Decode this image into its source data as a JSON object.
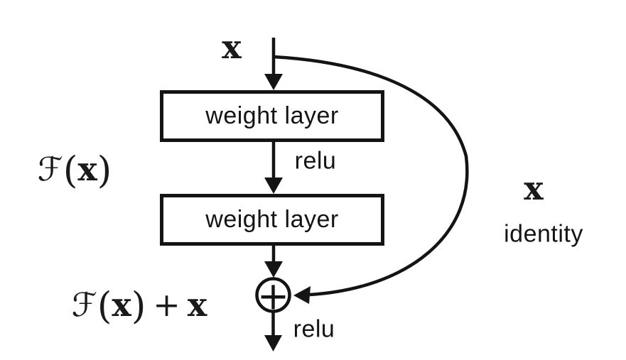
{
  "colors": {
    "ink": "#141414",
    "background": "#ffffff"
  },
  "diagram": {
    "input_label": "x",
    "boxes": [
      {
        "label": "weight layer"
      },
      {
        "label": "weight layer"
      }
    ],
    "relu_mid_label": "relu",
    "relu_out_label": "relu",
    "skip_label_x": "x",
    "skip_label_identity": "identity",
    "adder_symbol": "+",
    "residual_expr": {
      "script_f": "ℱ",
      "open_paren": "(",
      "x": "x",
      "close_paren": ")"
    },
    "output_expr": {
      "script_f": "ℱ",
      "open_paren": "(",
      "x": "x",
      "close_paren": ")",
      "plus": "+",
      "x2": "x"
    }
  }
}
